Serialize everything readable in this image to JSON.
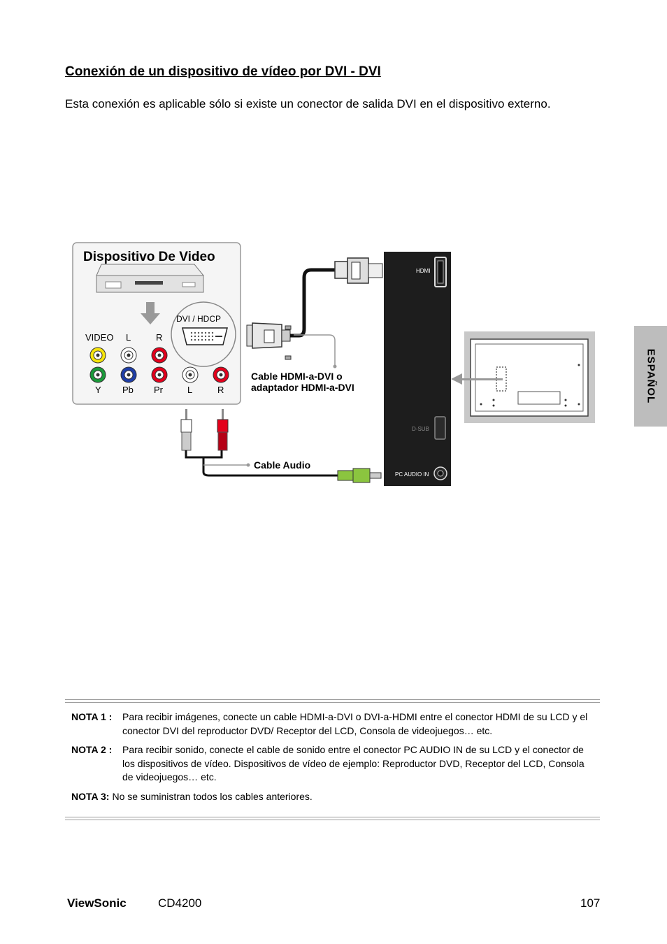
{
  "title": "Conexión de un dispositivo de vídeo por DVI - DVI",
  "intro": "Esta conexión es aplicable sólo si existe un conector de salida DVI en el dispositivo externo.",
  "side_tab": "ESPAÑOL",
  "diagram": {
    "device_title": "Dispositivo De Video",
    "dvi_label": "DVI / HDCP",
    "row1_labels": [
      "VIDEO",
      "L",
      "R"
    ],
    "row2_labels": [
      "Y",
      "Pb",
      "Pr",
      "L",
      "R"
    ],
    "cable_hdmi_line1": "Cable HDMI-a-DVI o",
    "cable_hdmi_line2": "adaptador HDMI-a-DVI",
    "cable_audio": "Cable Audio",
    "port_hdmi": "HDMI",
    "port_dsub": "D-SUB",
    "port_pc_audio": "PC AUDIO IN",
    "colors": {
      "yellow": "#f5e40b",
      "white": "#ffffff",
      "red": "#e3001b",
      "green": "#1a9a3a",
      "blue": "#1e3ea8",
      "audio_plug": "#8bc53f"
    }
  },
  "notes": [
    {
      "label": "NOTA 1 :",
      "text": "Para recibir imágenes, conecte un cable HDMI-a-DVI o DVI-a-HDMI entre el conector HDMI de su LCD y el conector DVI del reproductor DVD/ Receptor del LCD, Consola de videojuegos… etc."
    },
    {
      "label": "NOTA 2 :",
      "text": "Para recibir sonido, conecte el cable de sonido entre el conector PC AUDIO IN de su LCD y el conector de los dispositivos de vídeo. Dispositivos de vídeo de ejemplo: Reproductor DVD, Receptor del LCD, Consola de videojuegos… etc."
    },
    {
      "label": "NOTA 3:",
      "text": "No se suministran todos los cables anteriores."
    }
  ],
  "footer": {
    "brand": "ViewSonic",
    "model": "CD4200",
    "page": "107"
  }
}
